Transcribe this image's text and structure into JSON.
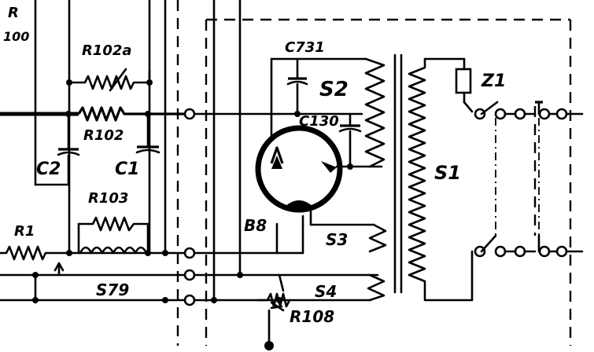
{
  "labels": {
    "r_top": "R",
    "r_top_value": "100",
    "r102a": "R102a",
    "r102": "R102",
    "c2": "C2",
    "c1": "C1",
    "r103": "R103",
    "r1": "R1",
    "s79": "S79",
    "c731": "C731",
    "s2": "S2",
    "c130": "C130",
    "b8": "B8",
    "s3": "S3",
    "s4": "S4",
    "r108": "R108",
    "s1": "S1",
    "z1": "Z1"
  }
}
